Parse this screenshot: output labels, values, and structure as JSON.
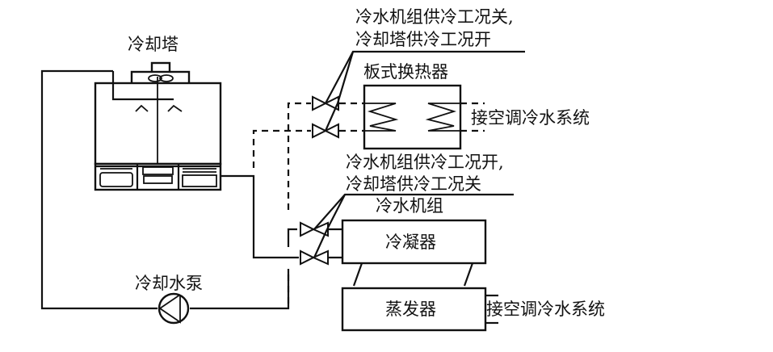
{
  "diagram": {
    "labels": {
      "cooling_tower": "冷却塔",
      "cooling_pump": "冷却水泵",
      "plate_hx": "板式换热器",
      "chiller": "冷水机组",
      "condenser": "冷凝器",
      "evaporator": "蒸发器",
      "ac_connect_top": "接空调冷水系统",
      "ac_connect_bottom": "接空调冷水系统",
      "valve_note_top_line1": "冷水机组供冷工况关,",
      "valve_note_top_line2": "冷却塔供冷工况开",
      "valve_note_bottom_line1": "冷水机组供冷工况开,",
      "valve_note_bottom_line2": "冷却塔供冷工况关"
    },
    "line_styles": {
      "solid": "chiller cooling mode piping",
      "dashed": "cooling tower free-cooling piping"
    },
    "colors": {
      "ink": "#111111",
      "background": "#ffffff"
    }
  }
}
